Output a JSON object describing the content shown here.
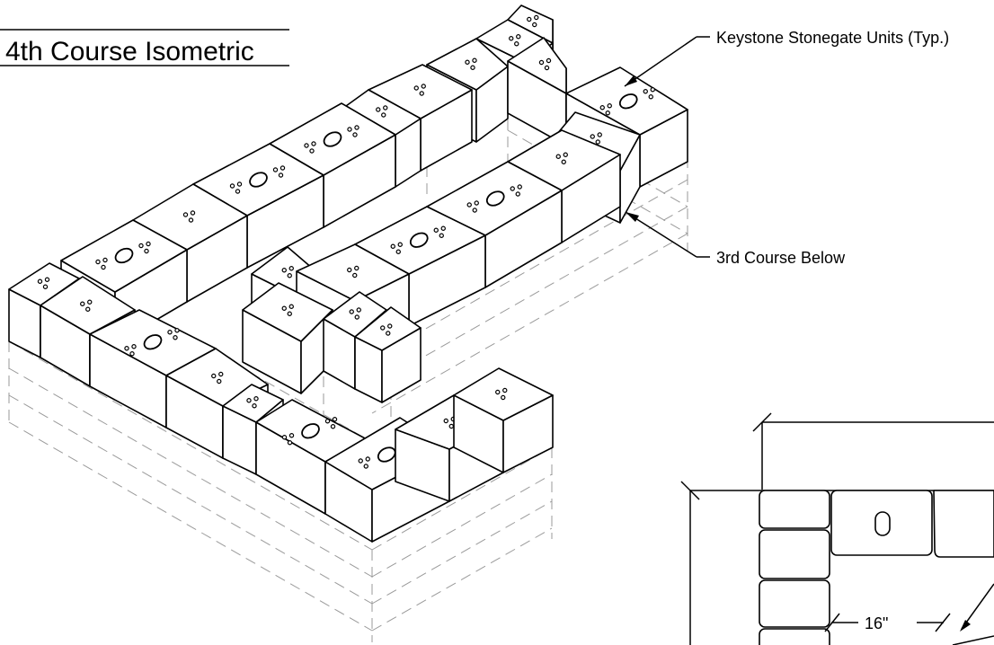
{
  "title": "4th Course Isometric",
  "callouts": {
    "units": "Keystone Stonegate Units (Typ.)",
    "below": "3rd Course Below"
  },
  "dimension": "16\""
}
